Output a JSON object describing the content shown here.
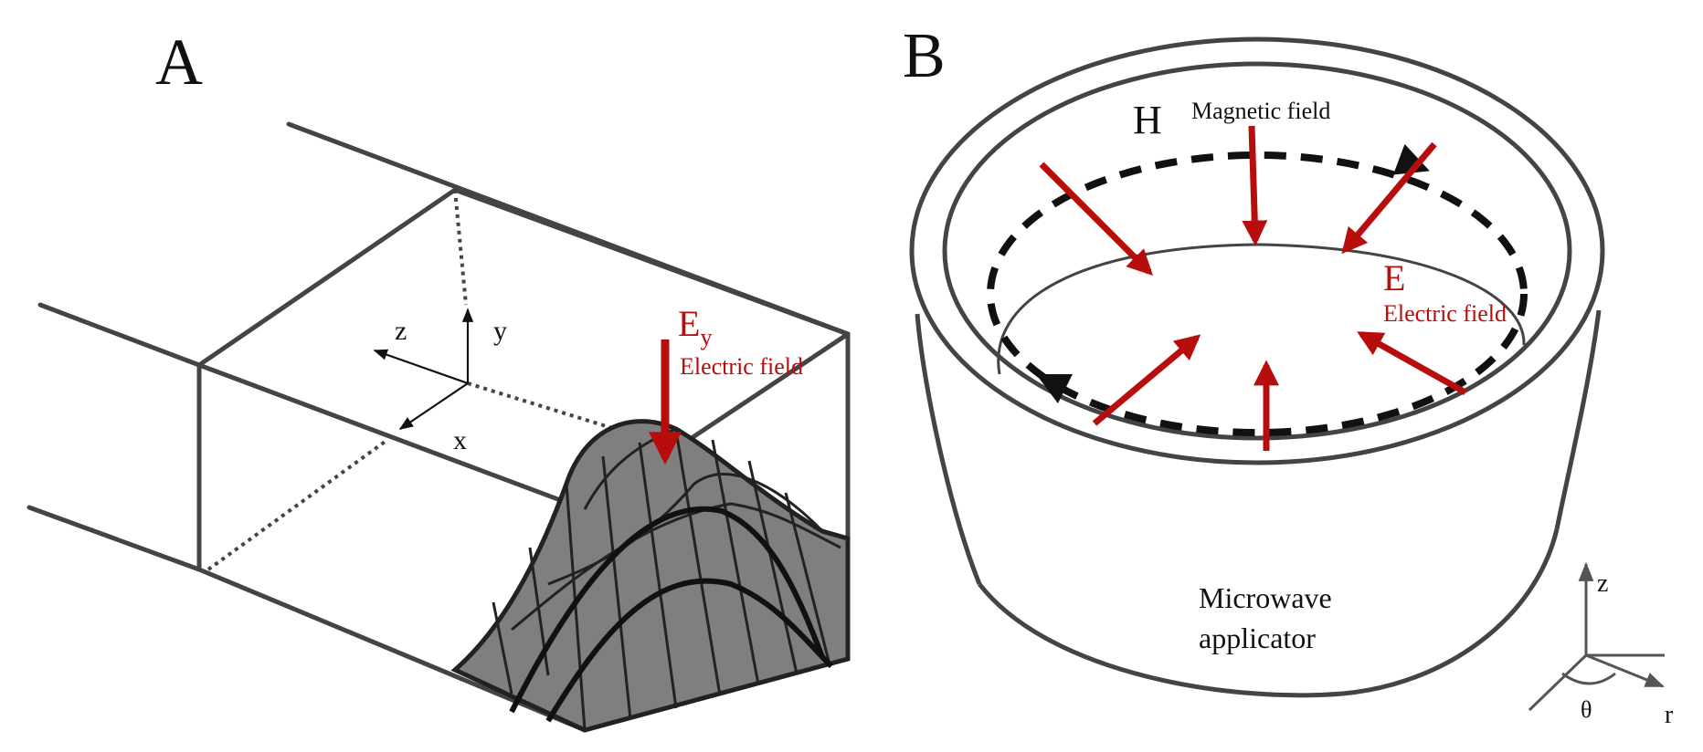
{
  "colors": {
    "outline": "#444444",
    "field_red": "#b80d0d",
    "surface_fill": "#808080",
    "label_black": "#111111"
  },
  "panel_a": {
    "label": "A",
    "axes": {
      "x": "x",
      "y": "y",
      "z": "z"
    },
    "field_symbol_main": "E",
    "field_symbol_sub": "y",
    "field_caption": "Electric field"
  },
  "panel_b": {
    "label": "B",
    "magnetic_symbol": "H",
    "magnetic_caption": "Magnetic field",
    "electric_symbol": "E",
    "electric_caption": "Electric field",
    "device_caption_line1": "Microwave",
    "device_caption_line2": "applicator",
    "axes": {
      "z": "z",
      "r": "r",
      "theta": "θ"
    }
  }
}
